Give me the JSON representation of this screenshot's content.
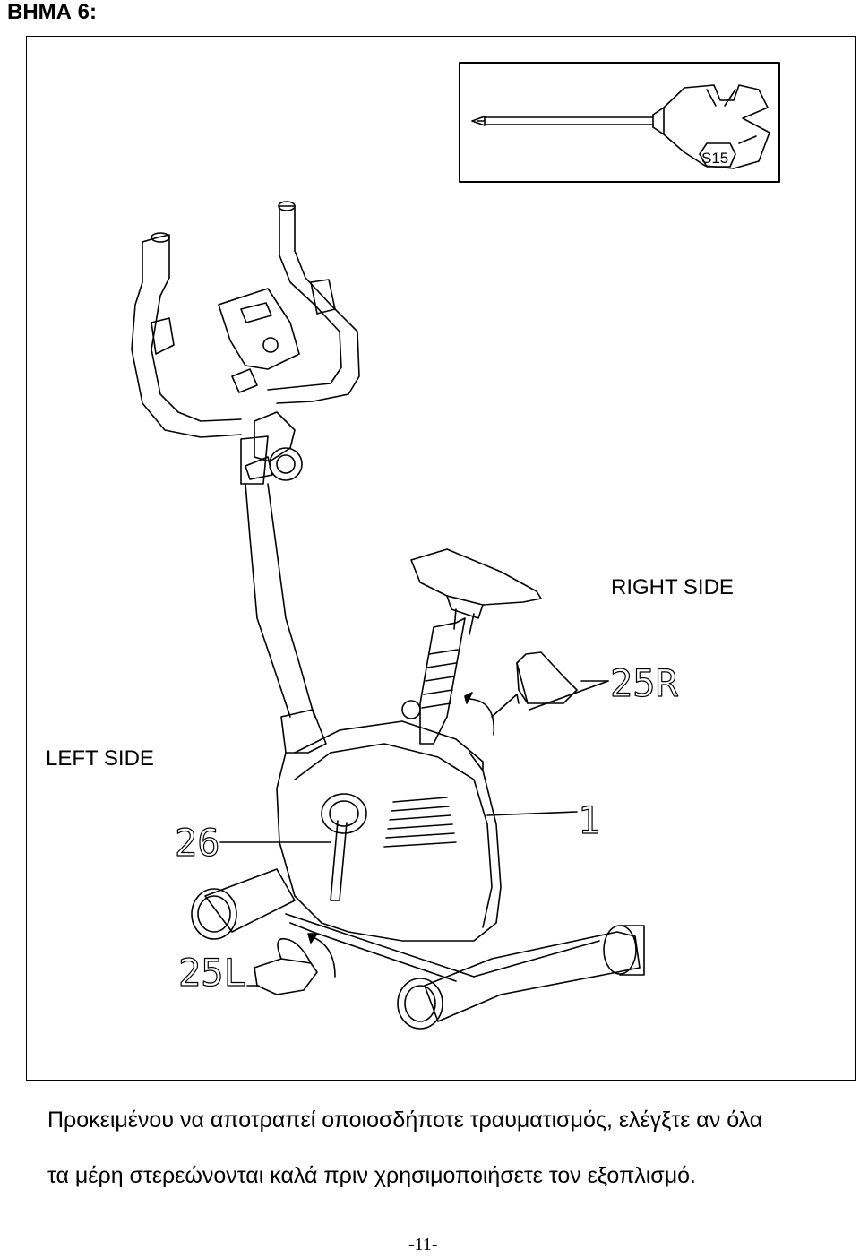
{
  "header": {
    "step": "ΒΗΜΑ 6:"
  },
  "figure": {
    "tool_label": "S15",
    "labels": {
      "right_side": "RIGHT SIDE",
      "left_side": "LEFT SIDE",
      "part_25r": "25R",
      "part_1": "1",
      "part_26": "26",
      "part_25l": "25L"
    }
  },
  "body": {
    "line1": "Προκειμένου να αποτραπεί οποιοσδήποτε τραυματισμός, ελέγξτε αν όλα",
    "line2": "τα μέρη στερεώνονται καλά πριν χρησιμοποιήσετε τον εξοπλισμό."
  },
  "footer": {
    "page": "-11-"
  }
}
